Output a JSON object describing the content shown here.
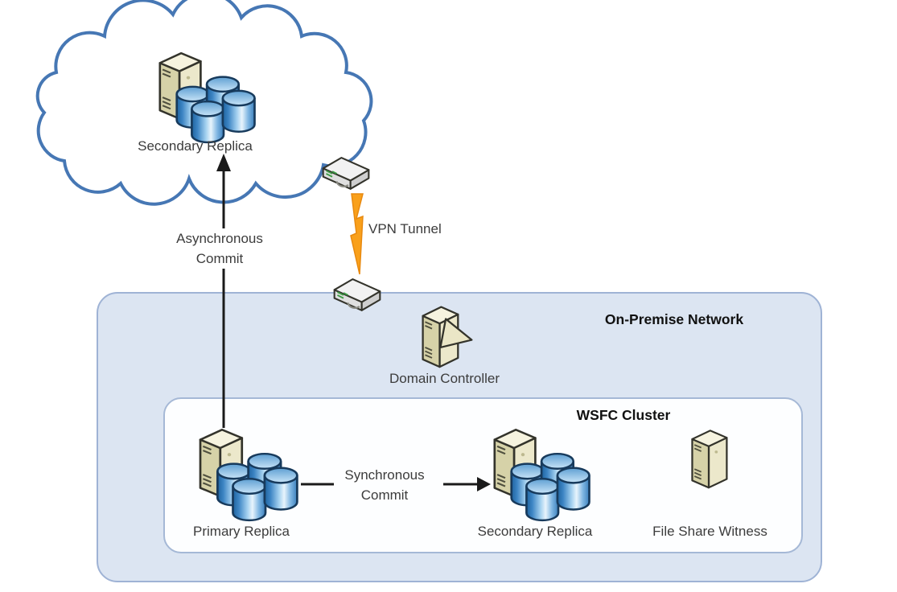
{
  "labels": {
    "cloud_replica": "Secondary Replica",
    "vpn_tunnel": "VPN Tunnel",
    "async_commit": "Asynchronous\nCommit",
    "sync_commit": "Synchronous\nCommit",
    "onprem_title": "On-Premise Network",
    "domain_controller": "Domain Controller",
    "wsfc_title": "WSFC Cluster",
    "primary_replica": "Primary Replica",
    "wsfc_secondary_replica": "Secondary Replica",
    "file_share_witness": "File Share Witness"
  },
  "icons": {
    "cloud": "cloud-shape",
    "servers": "server-tower-icon",
    "databases": "database-cylinder-icon",
    "routers": "vpn-gateway-router-icon",
    "lightning": "vpn-lightning-bolt-icon",
    "domain_controller_badge": "domain-controller-triangle-icon"
  },
  "colors": {
    "cloud_stroke": "#4677B4",
    "onprem_fill": "#DCE5F2",
    "onprem_stroke": "#9FB3D5",
    "wsfc_fill": "#FDFEFF",
    "wsfc_stroke": "#A5B8D6",
    "bolt_fill": "#F9A01B",
    "bolt_stroke": "#E8890F",
    "arrow_color": "#1A1A1A",
    "db_dark": "#1F639F",
    "db_highlight": "#E8F4FC",
    "server_front": "#D6D2A8",
    "server_side": "#ECE8CB",
    "server_top": "#F6F3DF",
    "text_color": "#3C3C3C",
    "title_color": "#111111"
  }
}
